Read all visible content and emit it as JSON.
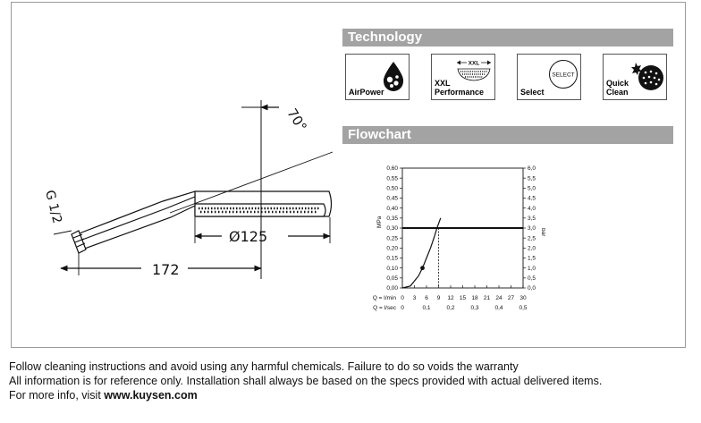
{
  "technology": {
    "title": "Technology",
    "features": [
      {
        "label": "AirPower",
        "icon": "airpower-icon"
      },
      {
        "label_line1": "XXL",
        "label_line2": "Performance",
        "badge": "XXL",
        "icon": "xxl-performance-icon"
      },
      {
        "label": "Select",
        "button_text": "SELECT",
        "icon": "select-icon"
      },
      {
        "label_line1": "Quick",
        "label_line2": "Clean",
        "icon": "quickclean-icon"
      }
    ]
  },
  "flowchart": {
    "title": "Flowchart",
    "mpa_unit": "MPa",
    "bar_unit": "bar",
    "q_lmin_label": "Q = l/min",
    "q_lsec_label": "Q = l/sec",
    "mpa_ticks": [
      "0,60",
      "0,55",
      "0,50",
      "0,45",
      "0,40",
      "0,35",
      "0,30",
      "0,25",
      "0,20",
      "0,15",
      "0,10",
      "0,05",
      "0,00"
    ],
    "bar_ticks": [
      "6,0",
      "5,5",
      "5,0",
      "4,5",
      "4,0",
      "3,5",
      "3,0",
      "2,5",
      "2,0",
      "1,5",
      "1,0",
      "0,5",
      "0,0"
    ],
    "lmin_ticks": [
      "0",
      "3",
      "6",
      "9",
      "12",
      "15",
      "18",
      "21",
      "24",
      "27",
      "30"
    ],
    "lsec_ticks": [
      "0",
      "0,1",
      "0,2",
      "0,3",
      "0,4",
      "0,5"
    ]
  },
  "chart_data": {
    "type": "line",
    "xlabel": "Q = l/min",
    "ylabel": "MPa",
    "xlim": [
      0,
      30
    ],
    "ylim": [
      0,
      0.6
    ],
    "reference_pressure": 0.3,
    "marker_point": {
      "x": 5,
      "y": 0.1
    },
    "series": [
      {
        "x": [
          0,
          2,
          4,
          5,
          6,
          7,
          8,
          8.6,
          9.5
        ],
        "y": [
          0,
          0.01,
          0.06,
          0.1,
          0.15,
          0.2,
          0.26,
          0.3,
          0.35
        ]
      }
    ]
  },
  "drawing": {
    "thread_label": "G 1/2",
    "diameter_label": "Ø125",
    "length_label": "172",
    "angle_label": "70°"
  },
  "footer": {
    "line1": "Follow cleaning instructions and avoid using any harmful chemicals. Failure to do so voids the warranty",
    "line2": "All information is for reference only. Installation shall always be based on the specs provided with actual delivered items.",
    "line3_prefix": "For more info, visit ",
    "line3_link": "www.kuysen.com"
  }
}
